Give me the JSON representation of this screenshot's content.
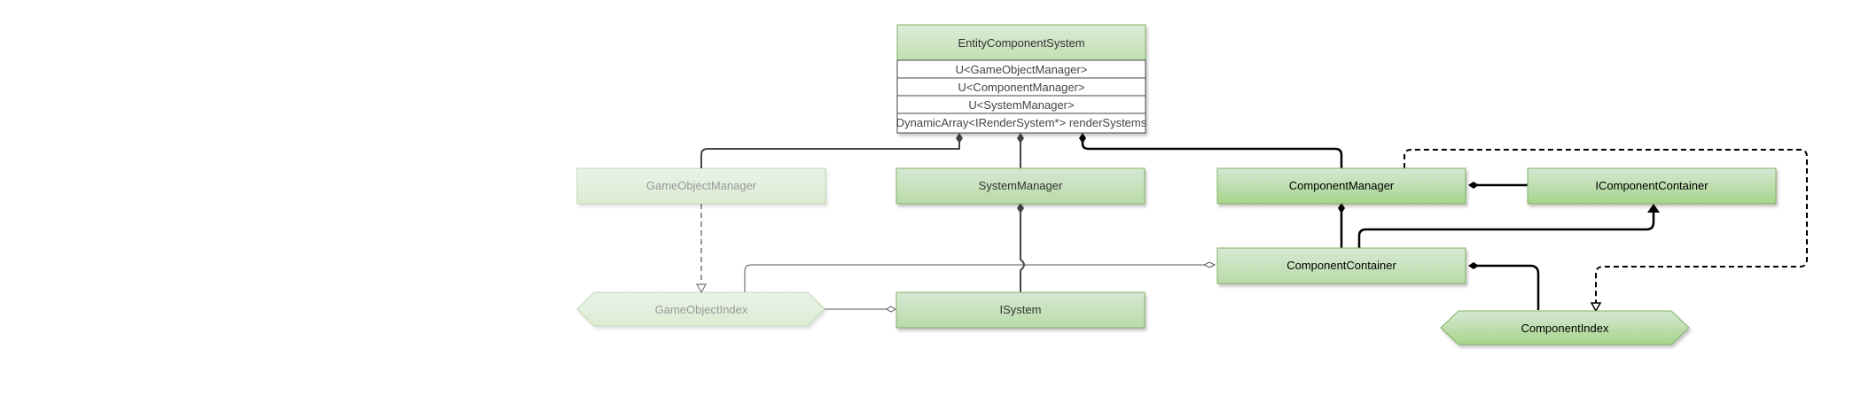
{
  "colors": {
    "fill_top": "#d5e8d4",
    "fill_bottom": "#97d077",
    "stroke": "#82b366",
    "text": "#333333",
    "text_faded": "#999999"
  },
  "entity_component_system": {
    "title": "EntityComponentSystem",
    "fields": [
      "U<GameObjectManager>",
      "U<ComponentManager>",
      "U<SystemManager>",
      "DynamicArray<IRenderSystem*> renderSystems"
    ]
  },
  "nodes": {
    "game_object_manager": "GameObjectManager",
    "system_manager": "SystemManager",
    "component_manager": "ComponentManager",
    "i_component_container": "IComponentContainer",
    "component_container": "ComponentContainer",
    "game_object_index": "GameObjectIndex",
    "i_system": "ISystem",
    "component_index": "ComponentIndex"
  }
}
